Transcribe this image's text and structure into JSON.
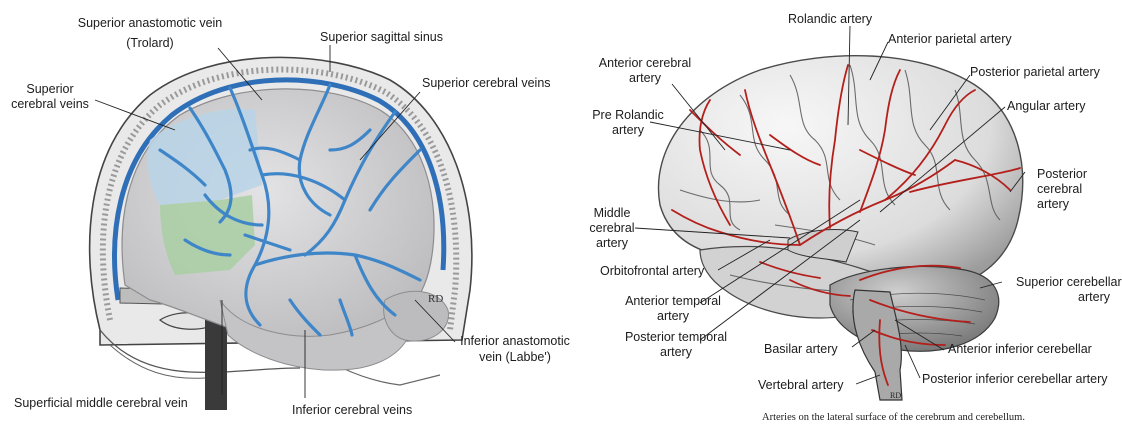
{
  "left_figure": {
    "labels": {
      "superior_anastomotic_vein": "Superior anastomotic vein",
      "trolard": "(Trolard)",
      "superior_sagittal_sinus": "Superior sagittal sinus",
      "superior_cerebral_veins_left_1": "Superior",
      "superior_cerebral_veins_left_2": "cerebral veins",
      "superior_cerebral_veins_right": "Superior cerebral veins",
      "inferior_anastomotic_vein_1": "Inferior anastomotic",
      "inferior_anastomotic_vein_2": "vein (Labbe')",
      "superficial_middle_cerebral_vein": "Superficial middle cerebral vein",
      "inferior_cerebral_veins": "Inferior cerebral veins"
    },
    "colors": {
      "vein": "#3f86c9",
      "sinus": "#2f6fb7",
      "brain": "#d3d3d5",
      "blue_region": "#b9d3e7",
      "green_region": "#a9cfa3"
    }
  },
  "right_figure": {
    "labels": {
      "rolandic_artery": "Rolandic artery",
      "anterior_parietal_artery": "Anterior parietal artery",
      "anterior_cerebral_artery_1": "Anterior cerebral",
      "anterior_cerebral_artery_2": "artery",
      "posterior_parietal_artery": "Posterior parietal artery",
      "pre_rolandic_artery_1": "Pre Rolandic",
      "pre_rolandic_artery_2": "artery",
      "angular_artery": "Angular artery",
      "posterior_cerebral_artery_1": "Posterior",
      "posterior_cerebral_artery_2": "cerebral",
      "posterior_cerebral_artery_3": "artery",
      "middle_cerebral_artery_1": "Middle",
      "middle_cerebral_artery_2": "cerebral",
      "middle_cerebral_artery_3": "artery",
      "orbitofrontal_artery": "Orbitofrontal artery",
      "superior_cerebellar_artery_1": "Superior cerebellar",
      "superior_cerebellar_artery_2": "artery",
      "anterior_temporal_artery_1": "Anterior temporal",
      "anterior_temporal_artery_2": "artery",
      "posterior_temporal_artery_1": "Posterior temporal",
      "posterior_temporal_artery_2": "artery",
      "basilar_artery": "Basilar artery",
      "anterior_inferior_cerebellar": "Anterior inferior cerebellar",
      "vertebral_artery": "Vertebral artery",
      "posterior_inferior_cerebellar_artery": "Posterior inferior cerebellar artery"
    },
    "caption": "Arteries on the lateral surface of the cerebrum and cerebellum.",
    "colors": {
      "artery": "#b3201c",
      "brain": "#e9e9e9",
      "brain_shade": "#9a9a9a"
    }
  }
}
